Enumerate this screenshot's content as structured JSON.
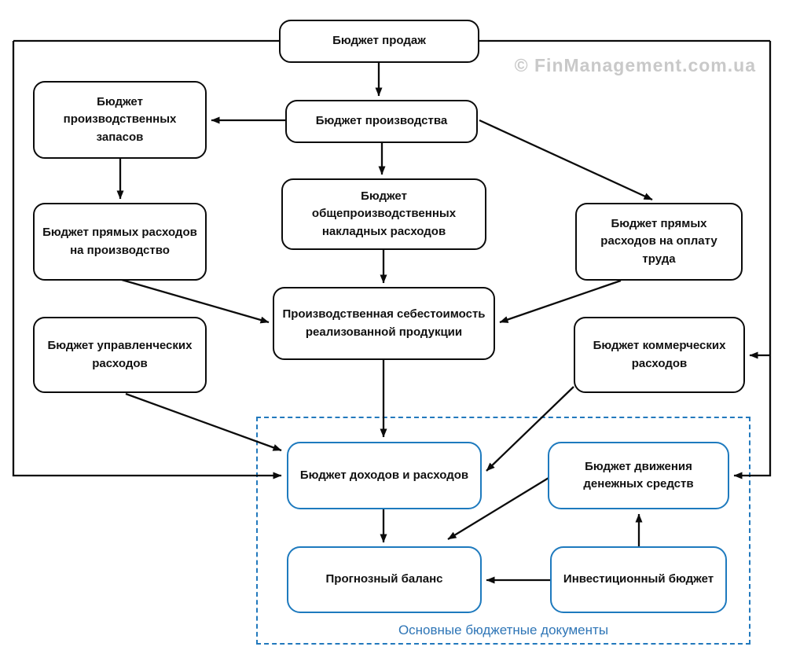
{
  "diagram": {
    "watermark": "© FinManagement.com.ua",
    "group_label": "Основные бюджетные документы",
    "nodes": {
      "sales": {
        "label": "Бюджет продаж"
      },
      "production": {
        "label": "Бюджет производства"
      },
      "inventory": {
        "label": "Бюджет производственных запасов"
      },
      "direct_production": {
        "label": "Бюджет прямых расходов на производство"
      },
      "overhead": {
        "label": "Бюджет общепроизводственных накладных расходов"
      },
      "labor": {
        "label": "Бюджет прямых расходов на оплату труда"
      },
      "cost": {
        "label": "Производственная себестоимость реализованной продукции"
      },
      "admin": {
        "label": "Бюджет управленческих расходов"
      },
      "commercial": {
        "label": "Бюджет коммерческих расходов"
      },
      "income": {
        "label": "Бюджет доходов и расходов"
      },
      "cashflow": {
        "label": "Бюджет движения денежных средств"
      },
      "balance": {
        "label": "Прогнозный баланс"
      },
      "investment": {
        "label": "Инвестиционный бюджет"
      }
    },
    "edges": [
      {
        "from": "sales",
        "to": "production"
      },
      {
        "from": "production",
        "to": "inventory"
      },
      {
        "from": "production",
        "to": "overhead"
      },
      {
        "from": "production",
        "to": "labor"
      },
      {
        "from": "inventory",
        "to": "direct_production"
      },
      {
        "from": "direct_production",
        "to": "cost"
      },
      {
        "from": "overhead",
        "to": "cost"
      },
      {
        "from": "labor",
        "to": "cost"
      },
      {
        "from": "cost",
        "to": "income"
      },
      {
        "from": "admin",
        "to": "income"
      },
      {
        "from": "commercial",
        "to": "income"
      },
      {
        "from": "outer-frame-left",
        "to": "income"
      },
      {
        "from": "outer-frame-right",
        "to": "commercial"
      },
      {
        "from": "outer-frame-right",
        "to": "cashflow"
      },
      {
        "from": "income",
        "to": "balance"
      },
      {
        "from": "cashflow",
        "to": "balance"
      },
      {
        "from": "investment",
        "to": "balance"
      },
      {
        "from": "investment",
        "to": "cashflow"
      }
    ],
    "colors": {
      "box_border_black": "#0b0b0b",
      "box_border_blue": "#1e7abe",
      "dashed_border": "#2279bd",
      "group_label_text": "#2e75b6",
      "watermark_gray": "#c9c9c9"
    }
  }
}
